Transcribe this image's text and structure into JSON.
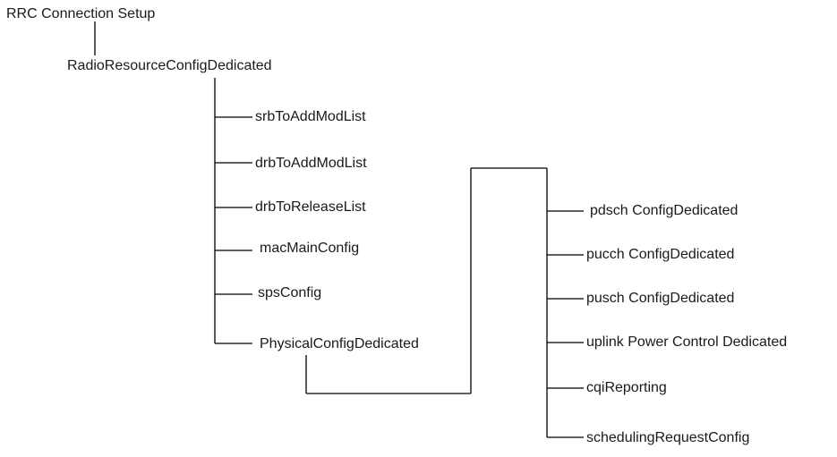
{
  "root": "RRC Connection Setup",
  "level1": "RadioResourceConfigDedicated",
  "level2": [
    "srbToAddModList",
    "drbToAddModList",
    "drbToReleaseList",
    "macMainConfig",
    "spsConfig",
    "PhysicalConfigDedicated"
  ],
  "level3": [
    "pdsch ConfigDedicated",
    "pucch ConfigDedicated",
    "pusch ConfigDedicated",
    "uplink Power Control Dedicated",
    "cqiReporting",
    "schedulingRequestConfig"
  ]
}
